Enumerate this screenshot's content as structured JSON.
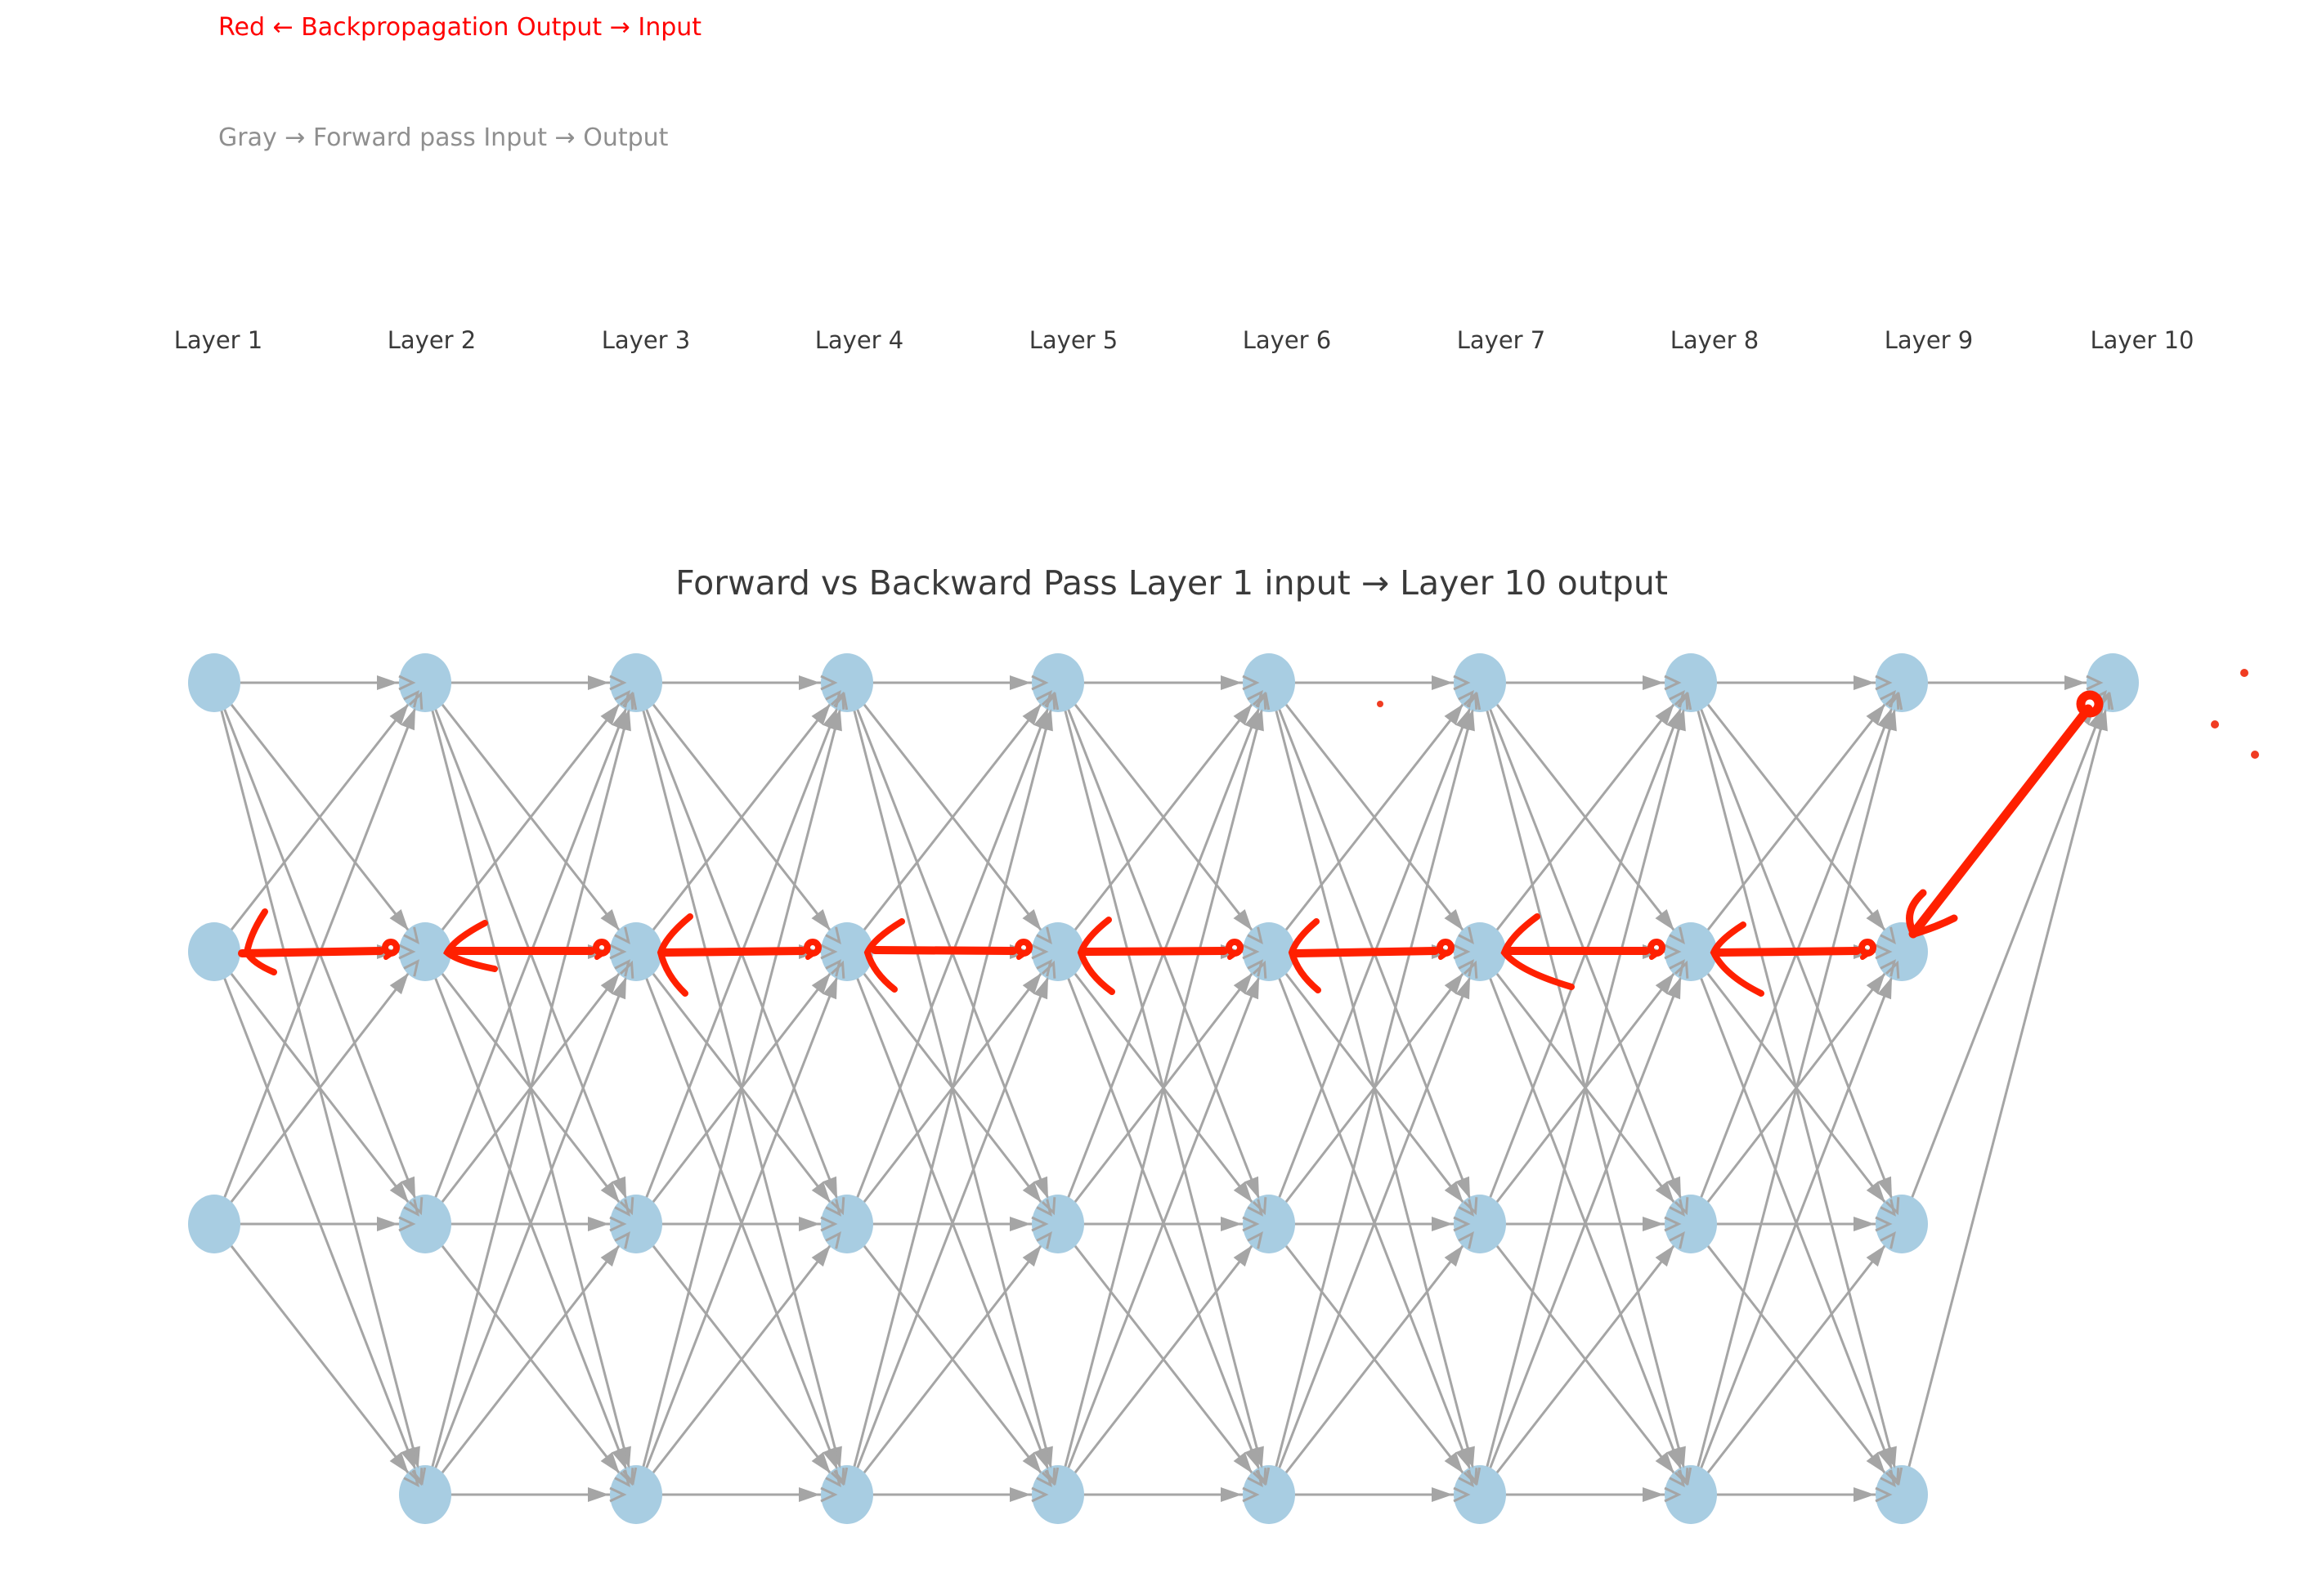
{
  "legend": {
    "backward_label": "Red ← Backpropagation  Output → Input",
    "forward_label": "Gray → Forward pass  Input → Output"
  },
  "title": "Forward vs Backward Pass  Layer 1 input → Layer 10 output",
  "network": {
    "layer_count": 10,
    "layers": [
      {
        "label": "Layer 1",
        "neurons": 3,
        "rows": [
          1,
          2,
          3
        ]
      },
      {
        "label": "Layer 2",
        "neurons": 4,
        "rows": [
          1,
          2,
          3,
          4
        ]
      },
      {
        "label": "Layer 3",
        "neurons": 4,
        "rows": [
          1,
          2,
          3,
          4
        ]
      },
      {
        "label": "Layer 4",
        "neurons": 4,
        "rows": [
          1,
          2,
          3,
          4
        ]
      },
      {
        "label": "Layer 5",
        "neurons": 4,
        "rows": [
          1,
          2,
          3,
          4
        ]
      },
      {
        "label": "Layer 6",
        "neurons": 4,
        "rows": [
          1,
          2,
          3,
          4
        ]
      },
      {
        "label": "Layer 7",
        "neurons": 4,
        "rows": [
          1,
          2,
          3,
          4
        ]
      },
      {
        "label": "Layer 8",
        "neurons": 4,
        "rows": [
          1,
          2,
          3,
          4
        ]
      },
      {
        "label": "Layer 9",
        "neurons": 4,
        "rows": [
          1,
          2,
          3,
          4
        ]
      },
      {
        "label": "Layer 10",
        "neurons": 1,
        "rows": [
          1
        ]
      }
    ],
    "connectivity": "every neuron feeds every neuron of the next layer (forward arrows)",
    "forward_direction": "Input → Output (Layer 1 → Layer 10)",
    "backward_path": {
      "description": "hand-drawn red backpropagation route",
      "from_layer": 10,
      "via_row": 2,
      "to_layer": 1,
      "start_marker": "red ring on Layer 10 output neuron",
      "per_node_marks": "scribble blob entering each neuron, chevron arrowhead leaving it"
    }
  },
  "stray_marks": {
    "dots": [
      [
        1688,
        861
      ],
      [
        2745,
        823
      ],
      [
        2709,
        886
      ],
      [
        2758,
        923
      ]
    ]
  },
  "colors": {
    "background": "#ffffff",
    "neuron_fill": "#a8cde2",
    "forward_edge": "#a5a5a5",
    "backprop_red": "#ff2000",
    "legend_red": "#ff0000",
    "legend_gray": "#8f8f8f",
    "text_dark": "#3a3a3a"
  }
}
